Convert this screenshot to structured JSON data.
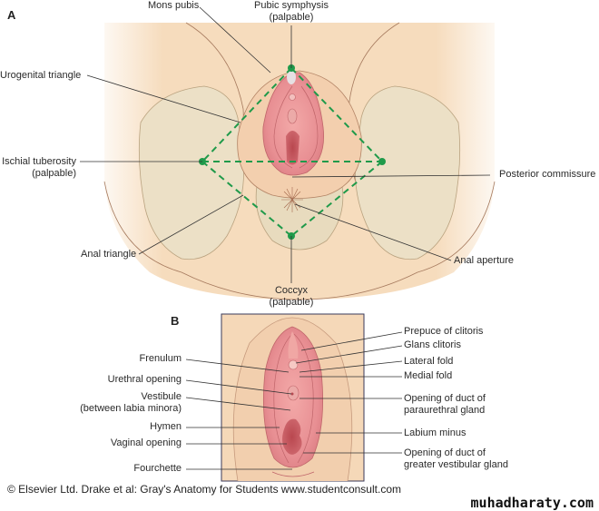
{
  "panel_a": {
    "letter": "A",
    "labels": {
      "mons_pubis": "Mons pubis",
      "pubic_symphysis": "Pubic symphysis",
      "pubic_symphysis_note": "(palpable)",
      "urogenital_triangle": "Urogenital triangle",
      "ischial_tuberosity": "Ischial tuberosity",
      "ischial_tuberosity_note": "(palpable)",
      "posterior_commissure": "Posterior commissure",
      "anal_triangle": "Anal triangle",
      "anal_aperture": "Anal aperture",
      "coccyx": "Coccyx",
      "coccyx_note": "(palpable)"
    },
    "colors": {
      "skin": "#f6d9b8",
      "bone": "#ece0c6",
      "mucosa": "#e98f94",
      "dashed_line": "#1f9a4a"
    }
  },
  "panel_b": {
    "letter": "B",
    "left_labels": {
      "frenulum": "Frenulum",
      "urethral_opening": "Urethral opening",
      "vestibule": "Vestibule",
      "vestibule_note": "(between labia minora)",
      "hymen": "Hymen",
      "vaginal_opening": "Vaginal opening",
      "fourchette": "Fourchette"
    },
    "right_labels": {
      "prepuce": "Prepuce of clitoris",
      "glans": "Glans clitoris",
      "lateral_fold": "Lateral fold",
      "medial_fold": "Medial fold",
      "paraurethral_1": "Opening of duct of",
      "paraurethral_2": "paraurethral gland",
      "labium_minus": "Labium minus",
      "greater_vestibular_1": "Opening of duct of",
      "greater_vestibular_2": "greater vestibular gland"
    }
  },
  "footer": {
    "credit": "© Elsevier Ltd. Drake et al: Gray's Anatomy for Students www.studentconsult.com",
    "watermark": "muhadharaty.com"
  }
}
